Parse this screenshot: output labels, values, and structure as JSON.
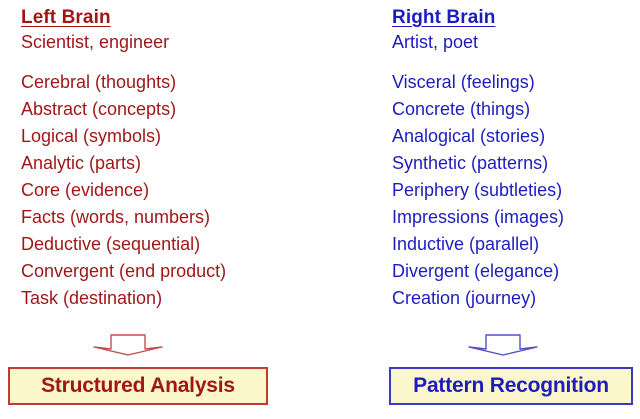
{
  "colors": {
    "left_text": "#9E1616",
    "right_text": "#1D1DBE",
    "box_fill": "#FBF6CC",
    "left_box_border": "#C03A2E",
    "right_box_border": "#3A3ABE",
    "background": "#FFFFFF"
  },
  "left": {
    "heading": "Left Brain",
    "subtitle": "Scientist, engineer",
    "traits": [
      "Cerebral  (thoughts)",
      "Abstract (concepts)",
      "Logical  (symbols)",
      "Analytic  (parts)",
      "Core  (evidence)",
      "Facts (words, numbers)",
      "Deductive  (sequential)",
      "Convergent  (end product)",
      "Task  (destination)"
    ],
    "arrow": "down-arrow-outline",
    "result": "Structured Analysis"
  },
  "right": {
    "heading": "Right Brain",
    "subtitle": "Artist, poet",
    "traits": [
      "Visceral  (feelings)",
      "Concrete (things)",
      "Analogical  (stories)",
      "Synthetic  (patterns)",
      "Periphery  (subtleties)",
      "Impressions  (images)",
      "Inductive  (parallel)",
      "Divergent  (elegance)",
      "Creation  (journey)"
    ],
    "arrow": "down-arrow-outline",
    "result": "Pattern Recognition"
  }
}
